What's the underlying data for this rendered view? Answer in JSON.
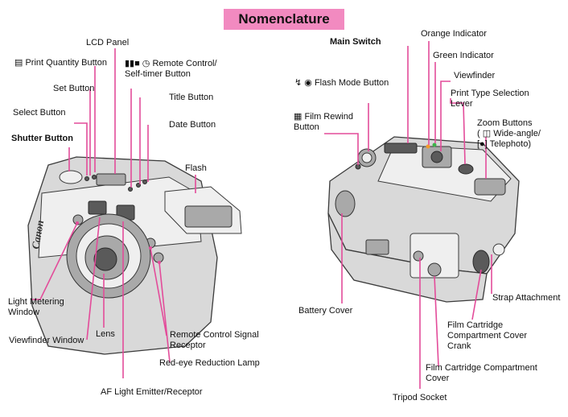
{
  "title": "Nomenclature",
  "labels": {
    "print_quantity_button": "Print Quantity Button",
    "lcd_panel": "LCD Panel",
    "set_button": "Set Button",
    "remote_control_self_timer_line1": "Remote Control/",
    "remote_control_self_timer_line2": "Self-timer Button",
    "select_button": "Select Button",
    "title_button": "Title Button",
    "shutter_button": "Shutter Button",
    "date_button": "Date Button",
    "flash": "Flash",
    "light_metering_window_line1": "Light Metering",
    "light_metering_window_line2": "Window",
    "viewfinder_window": "Viewfinder Window",
    "lens": "Lens",
    "remote_control_signal_receptor_line1": "Remote Control Signal",
    "remote_control_signal_receptor_line2": "Receptor",
    "red_eye_reduction_lamp": "Red-eye Reduction Lamp",
    "af_light_emitter_receptor": "AF Light Emitter/Receptor",
    "main_switch": "Main Switch",
    "orange_indicator": "Orange Indicator",
    "green_indicator": "Green Indicator",
    "flash_mode_button": "Flash Mode Button",
    "viewfinder": "Viewfinder",
    "print_type_selection_lever_line1": "Print Type Selection",
    "print_type_selection_lever_line2": "Lever",
    "film_rewind_button_line1": "Film Rewind",
    "film_rewind_button_line2": "Button",
    "zoom_buttons_line1": "Zoom Buttons",
    "zoom_buttons_line2": "Wide-angle/",
    "zoom_buttons_line3": "Telephoto)",
    "battery_cover": "Battery Cover",
    "strap_attachment": "Strap Attachment",
    "film_cartridge_compartment_cover_crank_line1": "Film Cartridge",
    "film_cartridge_compartment_cover_crank_line2": "Compartment Cover",
    "film_cartridge_compartment_cover_crank_line3": "Crank",
    "film_cartridge_compartment_cover_line1": "Film Cartridge Compartment",
    "film_cartridge_compartment_cover_line2": "Cover",
    "tripod_socket": "Tripod Socket"
  },
  "brand": "Canon",
  "accent_color": "#f28ac0",
  "leader_color": "#e34c9a",
  "icons": [
    "print-quantity-icon",
    "remote-self-timer-icon",
    "flash-mode-icon",
    "film-rewind-icon",
    "wide-angle-icon",
    "telephoto-icon"
  ]
}
